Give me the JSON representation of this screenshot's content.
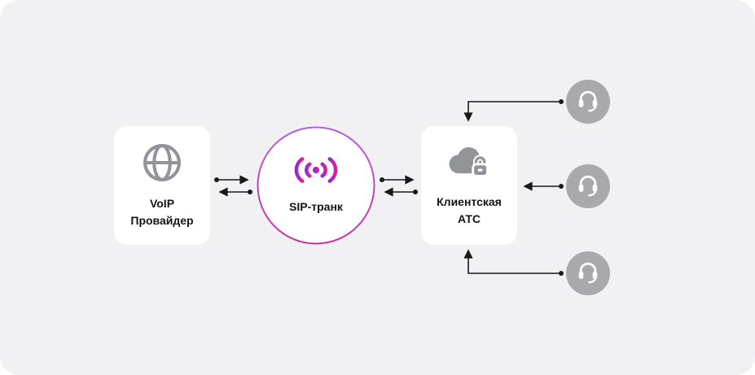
{
  "diagram": {
    "nodes": {
      "provider": {
        "icon": "globe-icon",
        "label_line1": "VoIP",
        "label_line2": "Провайдер"
      },
      "sip_trunk": {
        "icon": "signal-waves-icon",
        "label": "SIP-транк"
      },
      "client_pbx": {
        "icon": "cloud-lock-icon",
        "label_line1": "Клиентская",
        "label_line2": "АТС"
      },
      "operators": [
        {
          "name": "operator-1",
          "icon": "headset-icon"
        },
        {
          "name": "operator-2",
          "icon": "headset-icon"
        },
        {
          "name": "operator-3",
          "icon": "headset-icon"
        }
      ]
    },
    "edges": [
      {
        "from": "provider",
        "to": "sip_trunk",
        "style": "double-line-bidirectional-arrows"
      },
      {
        "from": "sip_trunk",
        "to": "client_pbx",
        "style": "double-line-bidirectional-arrows"
      },
      {
        "from": "operator-1",
        "to": "client_pbx",
        "style": "elbow-arrow-into-pbx-top"
      },
      {
        "from": "operator-2",
        "to": "client_pbx",
        "style": "straight-arrow-into-pbx-right"
      },
      {
        "from": "operator-3",
        "to": "client_pbx",
        "style": "elbow-arrow-into-pbx-bottom"
      }
    ],
    "colors": {
      "backdrop": "#f1f0f2",
      "card_background": "#ffffff",
      "gray_icon": "#93939a",
      "operator_circle": "#a8a8ad",
      "connector": "#19191c",
      "accent_gradient_start": "#8d2fc9",
      "accent_gradient_end": "#e11d9b",
      "ring_gradient_start": "#b55ce0",
      "ring_gradient_end": "#cb2f9e",
      "label_text": "#141414"
    }
  }
}
